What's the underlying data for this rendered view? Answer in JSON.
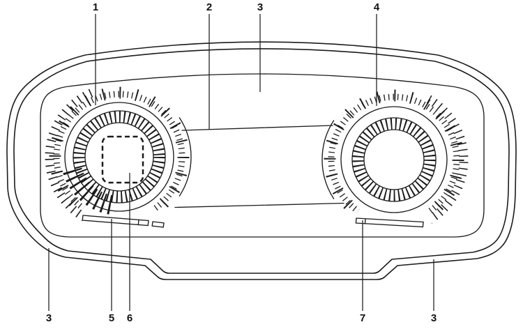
{
  "figure": {
    "background_color": "#ffffff",
    "line_color": "#1c1c1c",
    "description_elements": {
      "left_gauge": "dial-with-tick-ring",
      "right_gauge": "dial-with-tick-ring",
      "center_box": "dashed-rounded-square"
    }
  },
  "callouts": {
    "n1": "1",
    "n2": "2",
    "n3_top": "3",
    "n4": "4",
    "n3_bottom_left": "3",
    "n5": "5",
    "n6": "6",
    "n7": "7",
    "n3_bottom_right": "3"
  }
}
